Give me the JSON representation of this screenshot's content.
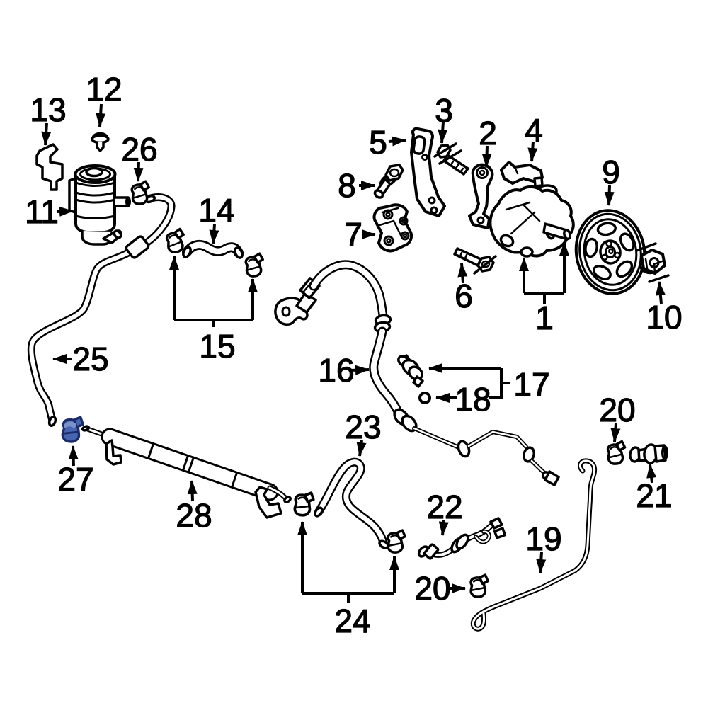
{
  "diagram": {
    "type": "exploded-parts-diagram",
    "subject": "power-steering pump, reservoir, hoses and cooler lines",
    "background": "#ffffff",
    "line_color": "#000000",
    "highlight_color": "#4565b0",
    "highlighted_part_number": "27",
    "callouts": [
      {
        "label": "1",
        "part": "power-steering-pump-assembly"
      },
      {
        "label": "2",
        "part": "pump-bracket-arm"
      },
      {
        "label": "3",
        "part": "bolt"
      },
      {
        "label": "4",
        "part": "pump-stay-bracket"
      },
      {
        "label": "5",
        "part": "mounting-bracket"
      },
      {
        "label": "6",
        "part": "bolt"
      },
      {
        "label": "7",
        "part": "mount-block"
      },
      {
        "label": "8",
        "part": "flange-bolt"
      },
      {
        "label": "9",
        "part": "pump-pulley"
      },
      {
        "label": "10",
        "part": "pulley-nut"
      },
      {
        "label": "11",
        "part": "fluid-reservoir"
      },
      {
        "label": "12",
        "part": "reservoir-cap"
      },
      {
        "label": "13",
        "part": "reservoir-bracket"
      },
      {
        "label": "14",
        "part": "connector-hose"
      },
      {
        "label": "15",
        "part": "hose-clamps"
      },
      {
        "label": "16",
        "part": "pressure-hose"
      },
      {
        "label": "17",
        "part": "inlet-fitting"
      },
      {
        "label": "18",
        "part": "o-ring"
      },
      {
        "label": "19",
        "part": "return-pipe"
      },
      {
        "label": "20",
        "part": "clamp-upper"
      },
      {
        "label": "20",
        "part": "clamp-lower"
      },
      {
        "label": "21",
        "part": "connector-fitting"
      },
      {
        "label": "22",
        "part": "branch-hose"
      },
      {
        "label": "23",
        "part": "return-hose"
      },
      {
        "label": "24",
        "part": "hose-clamps"
      },
      {
        "label": "25",
        "part": "suction-hose"
      },
      {
        "label": "26",
        "part": "hose-clamp"
      },
      {
        "label": "27",
        "part": "retainer-clip",
        "highlighted": true
      },
      {
        "label": "28",
        "part": "oil-cooler-pipe"
      }
    ]
  }
}
